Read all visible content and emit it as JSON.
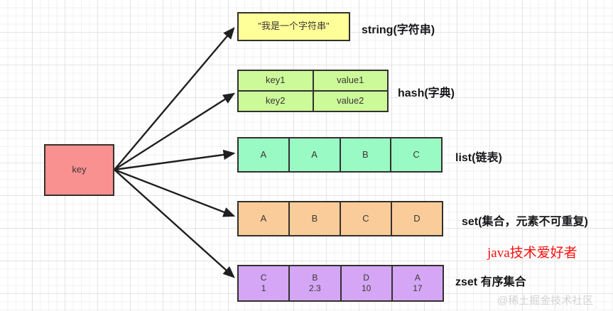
{
  "diagram": {
    "title": "Redis data structures from key",
    "key_node": {
      "label": "key",
      "color": "#FA9191"
    },
    "branches": [
      {
        "id": "string",
        "side_label": "string(字符串)",
        "color": "#FFFF99",
        "cells": [
          {
            "main": "\"我是一个字符串\""
          }
        ]
      },
      {
        "id": "hash",
        "side_label": "hash(字典)",
        "color": "#CCFA99",
        "rows": [
          [
            {
              "main": "key1"
            },
            {
              "main": "value1"
            }
          ],
          [
            {
              "main": "key2"
            },
            {
              "main": "value2"
            }
          ]
        ]
      },
      {
        "id": "list",
        "side_label": "list(链表)",
        "color": "#99FAC4",
        "cells": [
          {
            "main": "A"
          },
          {
            "main": "A"
          },
          {
            "main": "B"
          },
          {
            "main": "C"
          }
        ]
      },
      {
        "id": "set",
        "side_label": "set(集合，元素不可重复)",
        "color": "#FACC99",
        "cells": [
          {
            "main": "A"
          },
          {
            "main": "B"
          },
          {
            "main": "C"
          },
          {
            "main": "D"
          }
        ]
      },
      {
        "id": "zset",
        "side_label": "zset  有序集合",
        "color": "#D4A6F5",
        "cells": [
          {
            "main": "C",
            "sub": "1"
          },
          {
            "main": "B",
            "sub": "2.3"
          },
          {
            "main": "D",
            "sub": "10"
          },
          {
            "main": "A",
            "sub": "17"
          }
        ]
      }
    ],
    "promo_text": "java技术爱好者",
    "promo_color": "#fb0f0f",
    "watermark": "@稀土掘金技术社区"
  }
}
